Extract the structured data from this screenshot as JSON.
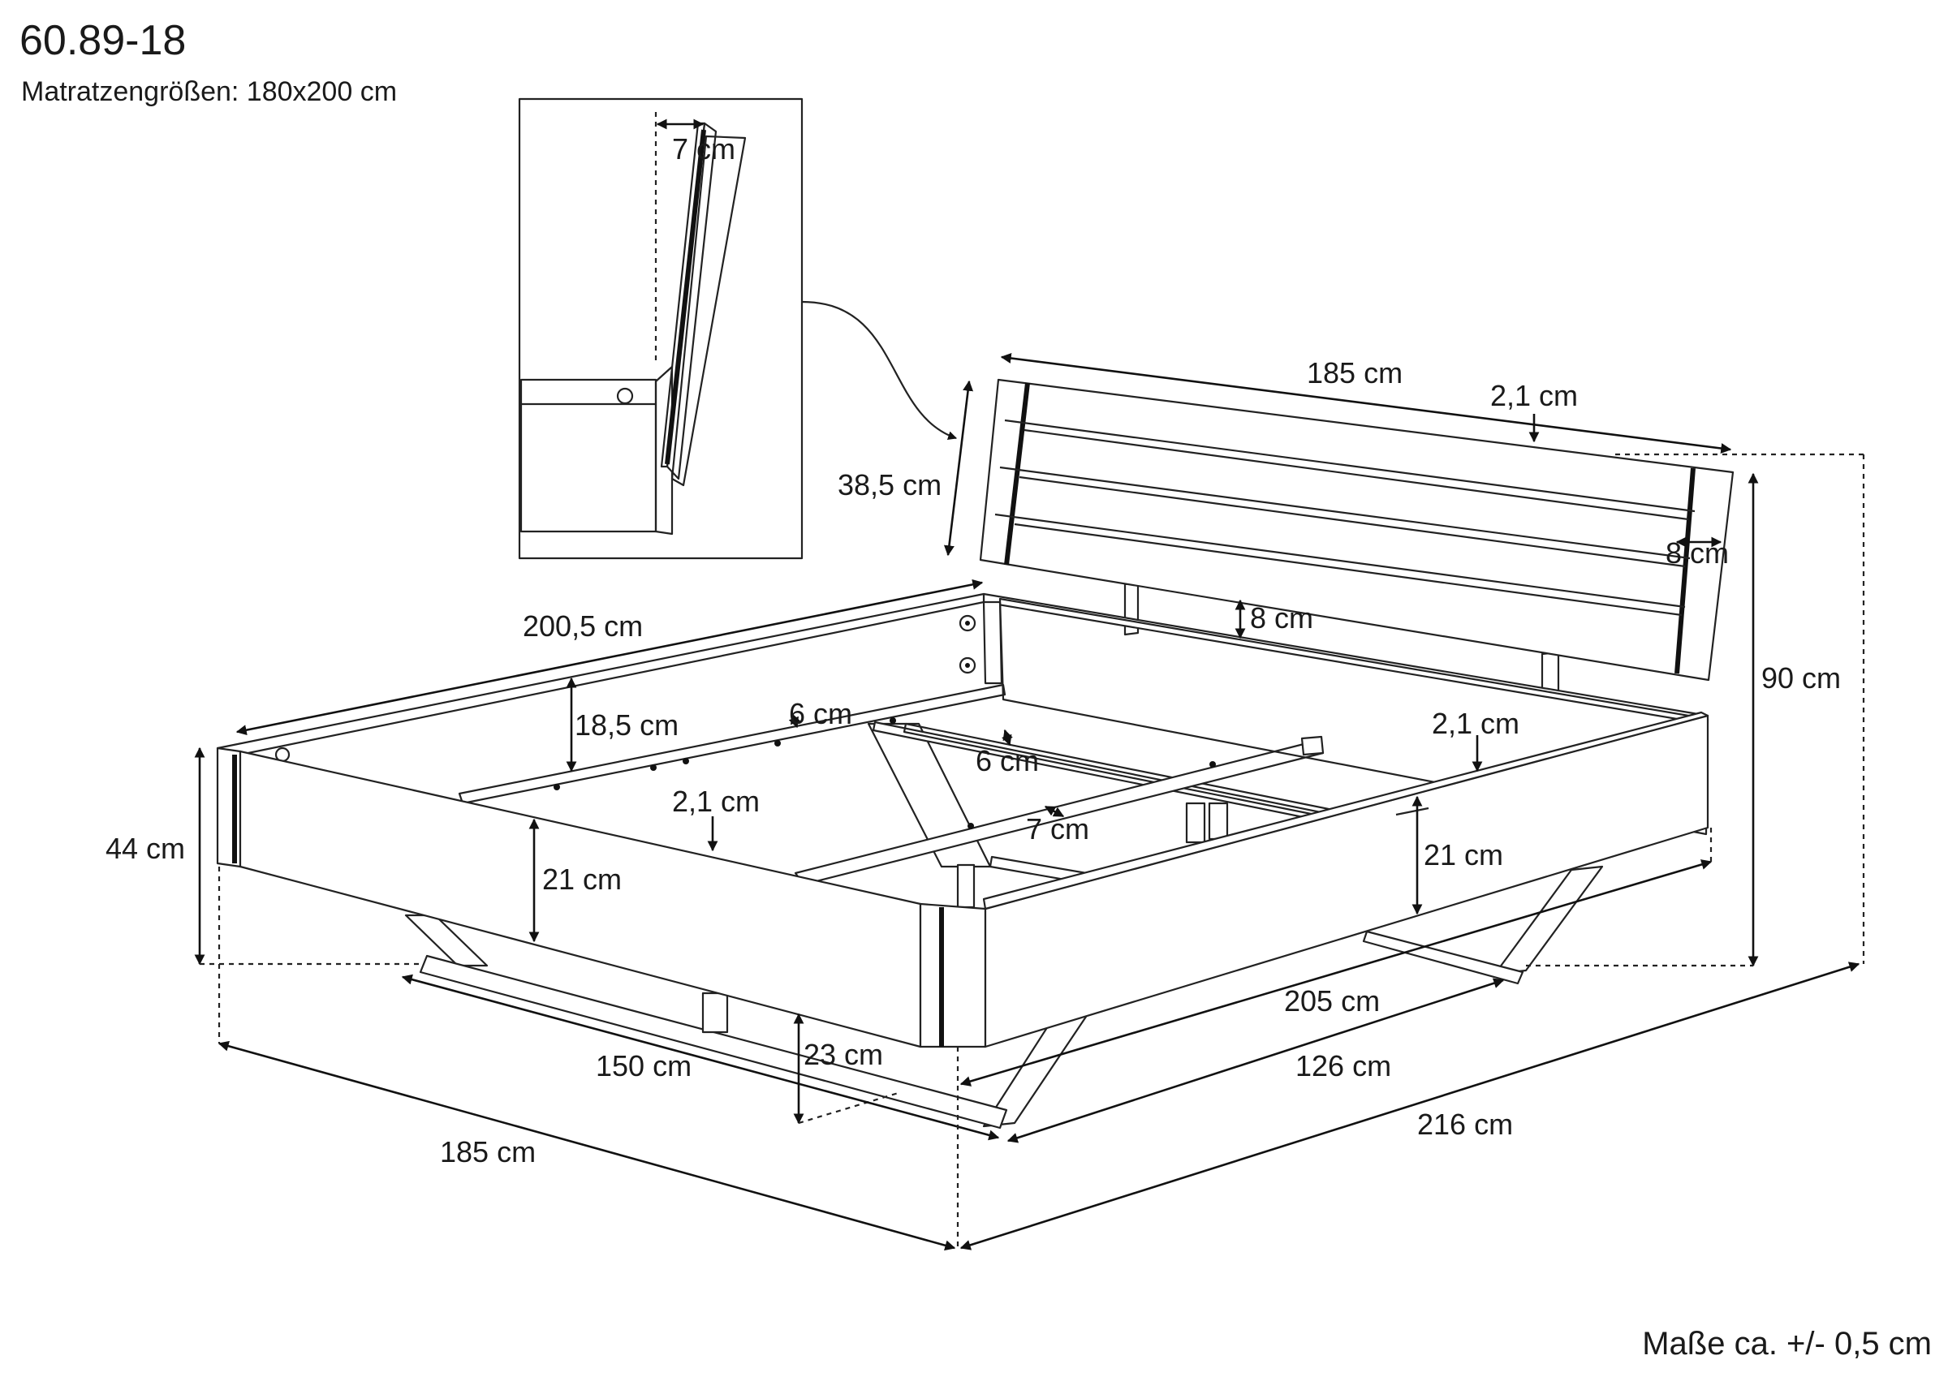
{
  "header": {
    "article_number": "60.89-18",
    "mattress_size": "Matratzengrößen: 180x200 cm"
  },
  "footer": {
    "tolerance": "Maße ca. +/- 0,5 cm"
  },
  "dimensions": {
    "headboard_width": "185 cm",
    "headboard_thickness": "2,1 cm",
    "headboard_height": "38,5 cm",
    "headboard_leg_width": "8 cm",
    "headboard_gap": "8 cm",
    "total_height": "90 cm",
    "frame_length_inner": "200,5 cm",
    "side_height": "18,5 cm",
    "slat_rail": "6 cm",
    "center_beam": "6 cm",
    "crossbar": "7 cm",
    "frame_thickness_right": "2,1 cm",
    "frame_thickness_front": "2,1 cm",
    "side_board_height_left": "21 cm",
    "side_board_height_right": "21 cm",
    "bed_height": "44 cm",
    "leg_height": "23 cm",
    "runner_width": "150 cm",
    "side_length": "205 cm",
    "runner_length": "126 cm",
    "total_width": "185 cm",
    "total_length": "216 cm",
    "detail_thickness": "7 cm"
  }
}
